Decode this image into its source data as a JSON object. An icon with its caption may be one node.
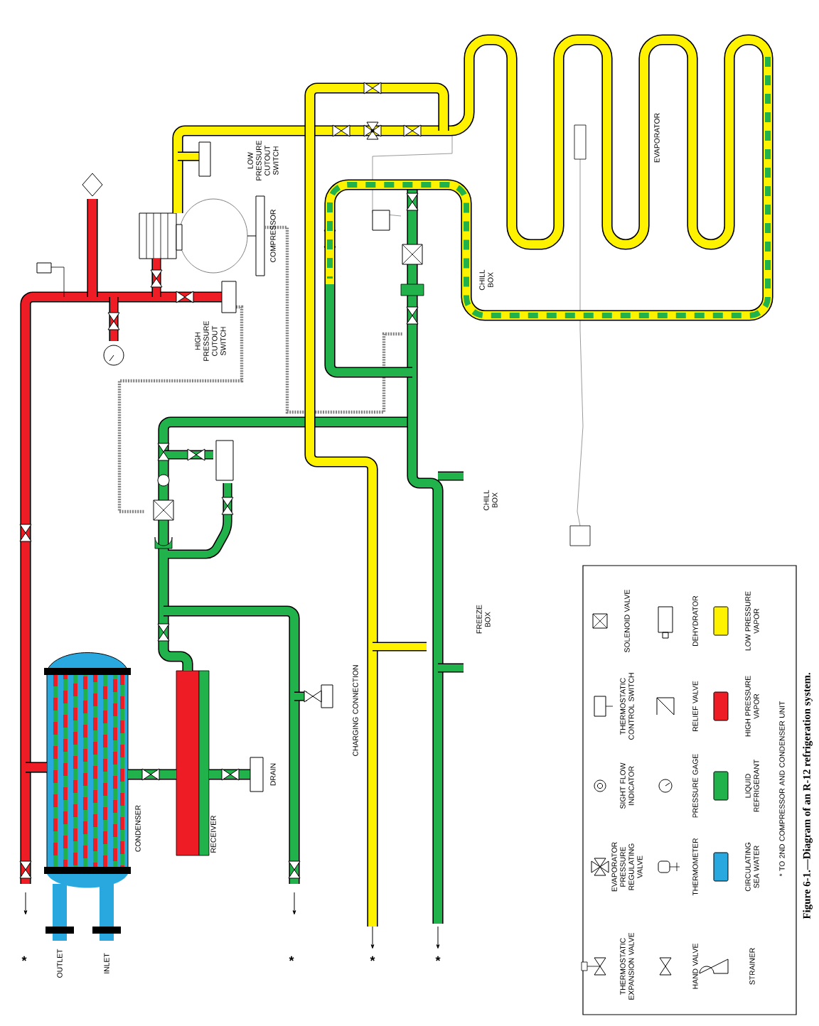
{
  "diagram": {
    "caption": "Figure 6-1.—Diagram of an R-12 refrigeration system.",
    "labels": [
      "LOW PRESSURE CUTOUT SWITCH",
      "COMPRESSOR",
      "HIGH PRESSURE CUTOUT SWITCH",
      "EVAPORATOR",
      "CHILL BOX",
      "CHILL BOX",
      "FREEZE BOX",
      "CONDENSER",
      "RECEIVER",
      "DRAIN",
      "CHARGING CONNECTION",
      "OUTLET",
      "INLET",
      "*",
      "*",
      "*",
      "*",
      "* TO 2ND COMPRESSOR AND CONDENSER UNIT"
    ],
    "legend": [
      {
        "text": "THERMOSTATIC EXPANSION VALVE"
      },
      {
        "text": "EVAPORATOR PRESSURE REGULATING VALVE"
      },
      {
        "text": "SIGHT FLOW INDICATOR"
      },
      {
        "text": "THERMOSTATIC CONTROL SWITCH"
      },
      {
        "text": "SOLENOID VALVE"
      },
      {
        "text": "HAND VALVE"
      },
      {
        "text": "THERMOMETER"
      },
      {
        "text": "PRESSURE GAGE"
      },
      {
        "text": "RELIEF VALVE"
      },
      {
        "text": "DEHYDRATOR"
      },
      {
        "text": "STRAINER"
      },
      {
        "text": "CIRCULATING SEA WATER",
        "color": "#29a8e0"
      },
      {
        "text": "LIQUID REFRIGERANT",
        "color": "#22b24c"
      },
      {
        "text": "HIGH PRESSURE VAPOR",
        "color": "#ee1c24"
      },
      {
        "text": "LOW PRESSURE VAPOR",
        "color": "#fff200"
      }
    ]
  }
}
